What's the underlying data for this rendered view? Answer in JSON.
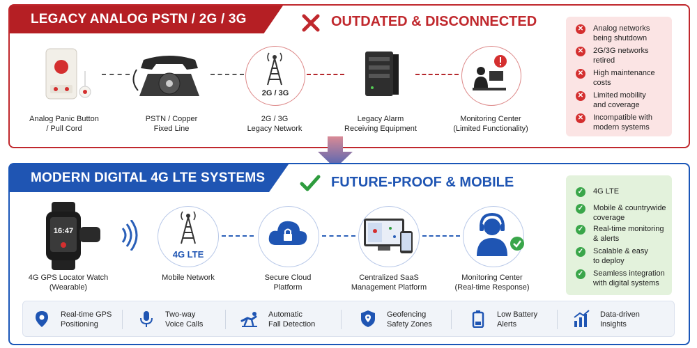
{
  "legacy": {
    "banner": "LEGACY ANALOG PSTN / 2G / 3G",
    "headline": "OUTDATED & DISCONNECTED",
    "nodes": [
      {
        "line1": "Analog Panic Button",
        "line2": "/ Pull Cord"
      },
      {
        "line1": "PSTN / Copper",
        "line2": "Fixed Line"
      },
      {
        "line1": "2G / 3G",
        "line2": "Legacy Network",
        "badge": "2G / 3G"
      },
      {
        "line1": "Legacy Alarm",
        "line2": "Receiving Equipment"
      },
      {
        "line1": "Monitoring Center",
        "line2": "(Limited Functionality)"
      }
    ],
    "issues": [
      {
        "line1": "Analog networks",
        "line2": "being shutdown"
      },
      {
        "line1": "2G/3G networks",
        "line2": "retired"
      },
      {
        "line1": "High maintenance",
        "line2": "costs"
      },
      {
        "line1": "Limited mobility",
        "line2": "and coverage"
      },
      {
        "line1": "Incompatible with",
        "line2": "modern systems"
      }
    ],
    "color": "#c0282d"
  },
  "modern": {
    "banner": "MODERN DIGITAL 4G LTE SYSTEMS",
    "headline": "FUTURE-PROOF & MOBILE",
    "nodes": [
      {
        "line1": "4G GPS Locator Watch",
        "line2": "(Wearable)",
        "watch_time": "16:47"
      },
      {
        "line1": "Mobile Network",
        "line2": "",
        "badge": "4G LTE"
      },
      {
        "line1": "Secure Cloud",
        "line2": "Platform"
      },
      {
        "line1": "Centralized SaaS",
        "line2": "Management Platform"
      },
      {
        "line1": "Monitoring Center",
        "line2": "(Real-time Response)"
      }
    ],
    "benefits": [
      {
        "line1": "4G LTE",
        "line2": ""
      },
      {
        "line1": "Mobile & countrywide",
        "line2": "coverage"
      },
      {
        "line1": "Real-time monitoring",
        "line2": "& alerts"
      },
      {
        "line1": "Scalable & easy",
        "line2": "to deploy"
      },
      {
        "line1": "Seamless integration",
        "line2": "with digital systems"
      }
    ],
    "color": "#1f55b3"
  },
  "features": [
    {
      "line1": "Real-time GPS",
      "line2": "Positioning",
      "icon": "location-pin-icon"
    },
    {
      "line1": "Two-way",
      "line2": "Voice Calls",
      "icon": "microphone-icon"
    },
    {
      "line1": "Automatic",
      "line2": "Fall Detection",
      "icon": "fall-person-icon"
    },
    {
      "line1": "Geofencing",
      "line2": "Safety Zones",
      "icon": "shield-map-icon"
    },
    {
      "line1": "Low Battery",
      "line2": "Alerts",
      "icon": "battery-icon"
    },
    {
      "line1": "Data-driven",
      "line2": "Insights",
      "icon": "bar-chart-icon"
    }
  ]
}
